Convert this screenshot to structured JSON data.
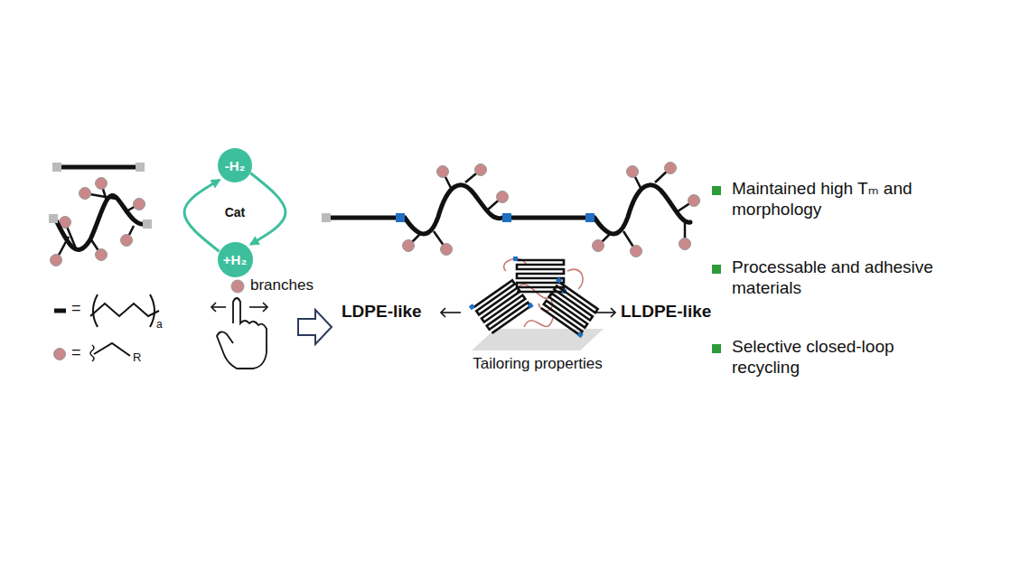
{
  "diagram": {
    "nodes": [
      {
        "text": [
          "-H₂"
        ]
      },
      {
        "text": [
          "+H₂"
        ]
      }
    ],
    "edges": [
      {
        "from": 0,
        "to": 1,
        "arrow": "to"
      },
      {
        "from": 1,
        "to": 0,
        "arrow": "to"
      }
    ],
    "labels": [
      "Cat",
      "branches",
      "=",
      "a",
      "=",
      "R",
      "LDPE-like",
      "LLDPE-like",
      "Tailoring properties",
      "Maintained high Tₘ and morphology",
      "Processable and adhesive materials",
      "Selective closed-loop recycling"
    ]
  }
}
